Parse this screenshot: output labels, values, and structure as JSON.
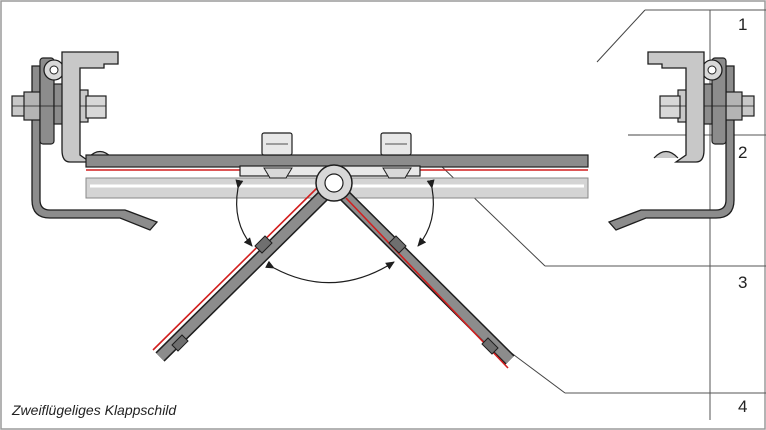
{
  "caption": "Zweiflügeliges Klappschild",
  "callouts": [
    "1",
    "2",
    "3",
    "4"
  ],
  "colors": {
    "frame": "#9a9a9a",
    "steel": "#8c8c8c",
    "steel_light": "#c8c8c8",
    "steel_dark": "#6f6f6f",
    "outline": "#1e1e1e",
    "reflective": "#d21e1e",
    "background": "#ffffff"
  }
}
